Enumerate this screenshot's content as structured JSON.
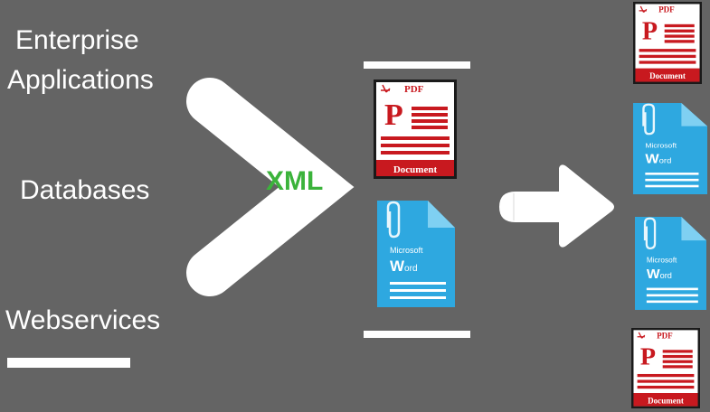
{
  "sources": {
    "enterprise_line1": "Enterprise",
    "enterprise_line2": "Applications",
    "databases": "Databases",
    "webservices": "Webservices"
  },
  "center": {
    "xml": "XML"
  },
  "pdf_icon": {
    "header": "PDF",
    "letter": "P",
    "footer": "Document"
  },
  "word_icon": {
    "line1": "Microsoft",
    "line2_big": "W",
    "line2_rest": "ord"
  },
  "colors": {
    "background": "#646464",
    "xml_text": "#3bb33b",
    "pdf_red": "#c8191f",
    "word_blue": "#2ea8e0"
  }
}
